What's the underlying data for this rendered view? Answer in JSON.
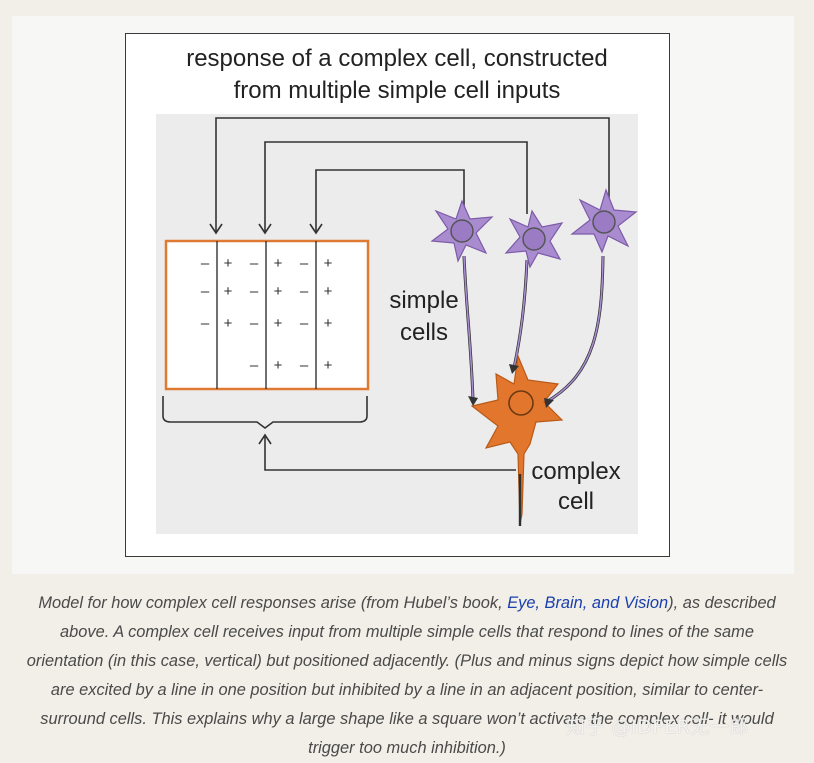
{
  "diagram": {
    "title_line1": "response of a complex cell, constructed",
    "title_line2": "from multiple simple cell inputs",
    "label_simple_1": "simple",
    "label_simple_2": "cells",
    "label_complex_1": "complex",
    "label_complex_2": "cell",
    "plus_sign": "+",
    "minus_sign": "–",
    "colors": {
      "simple_cell": "#a98ccf",
      "complex_cell": "#e2762d",
      "receptive_field_border": "#e07a33",
      "line": "#333333"
    },
    "icons": [
      "simple-cell-neuron",
      "complex-cell-neuron",
      "arrow-down",
      "arrow-up",
      "brace"
    ]
  },
  "caption": {
    "part1": "Model for how complex cell responses arise (from Hubel’s book, ",
    "link": "Eye, Brain, and Vision",
    "part2": "), as described above. A complex cell receives input from multiple simple cells that respond to lines of the same orientation (in this case, vertical) but positioned adjacently. (Plus and minus signs depict how simple cells are excited by a line in one position but inhibited by a line in an adjacent position, similar to center-surround cells. This explains why a large shape like a square won’t activate the complex cell- it would trigger too much inhibition.)"
  },
  "watermark": "知乎 @IDPER无一郎"
}
